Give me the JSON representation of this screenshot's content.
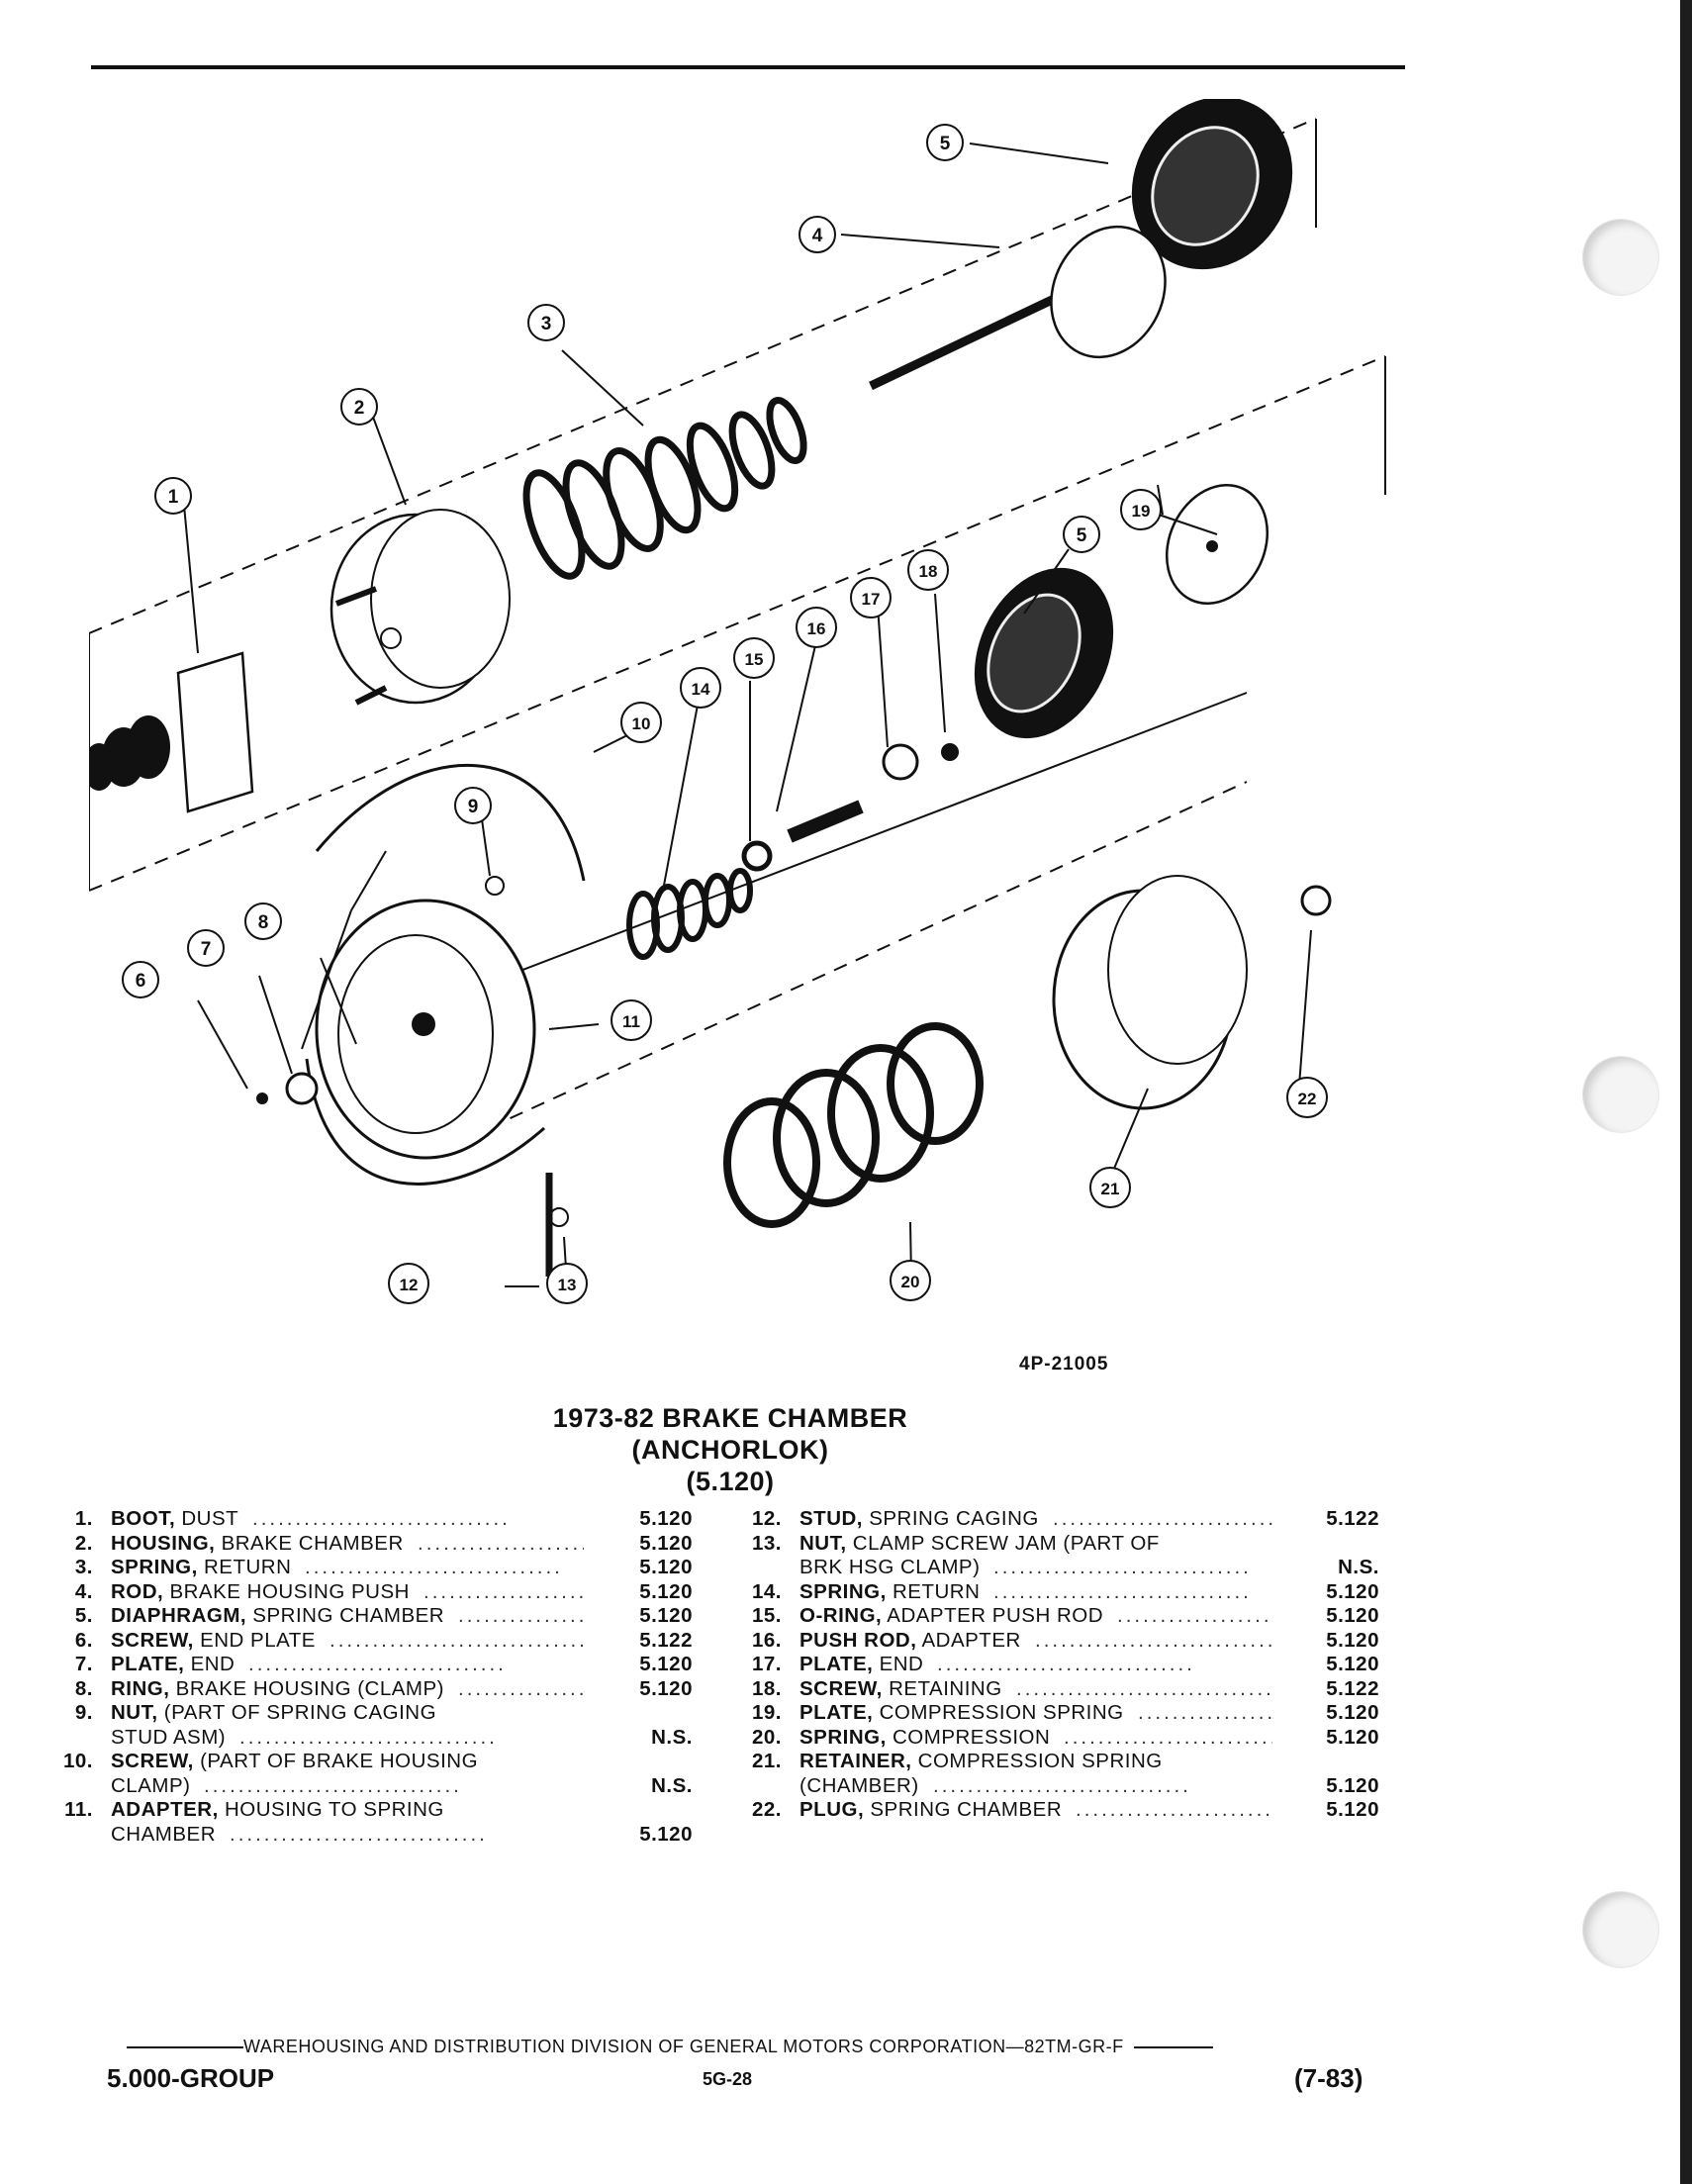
{
  "figure": {
    "code": "4P-21005",
    "callouts": [
      "1",
      "2",
      "3",
      "4",
      "5",
      "5",
      "6",
      "7",
      "8",
      "9",
      "10",
      "11",
      "12",
      "13",
      "14",
      "15",
      "16",
      "17",
      "18",
      "19",
      "20",
      "21",
      "22"
    ]
  },
  "title": {
    "line1": "1973-82 BRAKE CHAMBER",
    "line2": "(ANCHORLOK)",
    "line3": "(5.120)"
  },
  "parts_left": [
    {
      "num": "1.",
      "name": "BOOT,",
      "desc": " DUST",
      "ref": "5.120"
    },
    {
      "num": "2.",
      "name": "HOUSING,",
      "desc": " BRAKE CHAMBER",
      "ref": "5.120"
    },
    {
      "num": "3.",
      "name": "SPRING,",
      "desc": " RETURN",
      "ref": "5.120"
    },
    {
      "num": "4.",
      "name": "ROD,",
      "desc": " BRAKE HOUSING PUSH",
      "ref": "5.120"
    },
    {
      "num": "5.",
      "name": "DIAPHRAGM,",
      "desc": " SPRING CHAMBER",
      "ref": "5.120"
    },
    {
      "num": "6.",
      "name": "SCREW,",
      "desc": " END PLATE",
      "ref": "5.122"
    },
    {
      "num": "7.",
      "name": "PLATE,",
      "desc": " END",
      "ref": "5.120"
    },
    {
      "num": "8.",
      "name": "RING,",
      "desc": " BRAKE HOUSING (CLAMP)",
      "ref": "5.120"
    },
    {
      "num": "9.",
      "name": "NUT,",
      "desc": " (PART OF SPRING CAGING",
      "ref": ""
    },
    {
      "num": "",
      "name": "",
      "desc": "STUD ASM)",
      "ref": "N.S."
    },
    {
      "num": "10.",
      "name": "SCREW,",
      "desc": " (PART OF BRAKE HOUSING",
      "ref": ""
    },
    {
      "num": "",
      "name": "",
      "desc": "CLAMP)",
      "ref": "N.S."
    },
    {
      "num": "11.",
      "name": "ADAPTER,",
      "desc": " HOUSING TO SPRING",
      "ref": ""
    },
    {
      "num": "",
      "name": "",
      "desc": "CHAMBER",
      "ref": "5.120"
    }
  ],
  "parts_right": [
    {
      "num": "12.",
      "name": "STUD,",
      "desc": " SPRING CAGING",
      "ref": "5.122"
    },
    {
      "num": "13.",
      "name": "NUT,",
      "desc": " CLAMP SCREW JAM (PART OF",
      "ref": ""
    },
    {
      "num": "",
      "name": "",
      "desc": "BRK HSG CLAMP)",
      "ref": "N.S."
    },
    {
      "num": "14.",
      "name": "SPRING,",
      "desc": " RETURN",
      "ref": "5.120"
    },
    {
      "num": "15.",
      "name": "O-RING,",
      "desc": " ADAPTER PUSH ROD",
      "ref": "5.120"
    },
    {
      "num": "16.",
      "name": "PUSH ROD,",
      "desc": " ADAPTER",
      "ref": "5.120"
    },
    {
      "num": "17.",
      "name": "PLATE,",
      "desc": " END",
      "ref": "5.120"
    },
    {
      "num": "18.",
      "name": "SCREW,",
      "desc": " RETAINING",
      "ref": "5.122"
    },
    {
      "num": "19.",
      "name": "PLATE,",
      "desc": " COMPRESSION SPRING",
      "ref": "5.120"
    },
    {
      "num": "20.",
      "name": "SPRING,",
      "desc": " COMPRESSION",
      "ref": "5.120"
    },
    {
      "num": "21.",
      "name": "RETAINER,",
      "desc": " COMPRESSION SPRING",
      "ref": ""
    },
    {
      "num": "",
      "name": "",
      "desc": "(CHAMBER)",
      "ref": "5.120"
    },
    {
      "num": "22.",
      "name": "PLUG,",
      "desc": " SPRING CHAMBER",
      "ref": "5.120"
    }
  ],
  "footer": {
    "line": "WAREHOUSING AND DISTRIBUTION  DIVISION OF GENERAL MOTORS CORPORATION—82TM-GR-F",
    "group": "5.000-GROUP",
    "page": "5G-28",
    "date": "(7-83)"
  }
}
